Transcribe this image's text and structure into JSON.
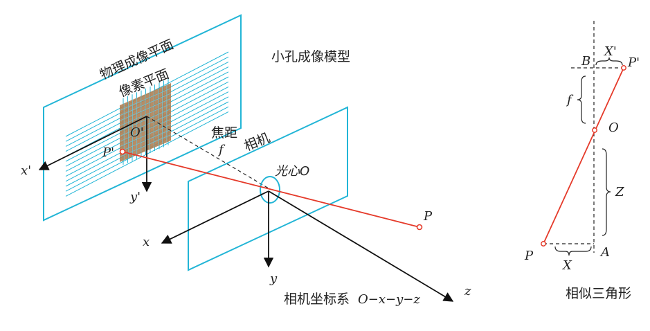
{
  "left_diagram": {
    "title": "小孔成像模型",
    "physical_plane_label": "物理成像平面",
    "pixel_plane_label": "像素平面",
    "camera_label": "相机",
    "focal_label": "焦距",
    "focal_symbol": "f",
    "optical_center_label": "光心O",
    "image_origin_label": "O'",
    "image_point_label": "P'",
    "object_point_label": "P",
    "x_prime_label": "x'",
    "y_prime_label": "y'",
    "x_label": "x",
    "y_label": "y",
    "z_label": "z",
    "coord_system_label": "相机坐标系",
    "coord_system_formula": "O−x−y−z",
    "colors": {
      "plane": "#22b5d6",
      "ray": "#e53a2a",
      "pixel_fill": "#b07f53"
    }
  },
  "right_diagram": {
    "title": "相似三角形",
    "label_B": "B",
    "label_X_prime": "X'",
    "label_P_prime": "P'",
    "label_f": "f",
    "label_O": "O",
    "label_Z": "Z",
    "label_P": "P",
    "label_X": "X",
    "label_A": "A"
  }
}
